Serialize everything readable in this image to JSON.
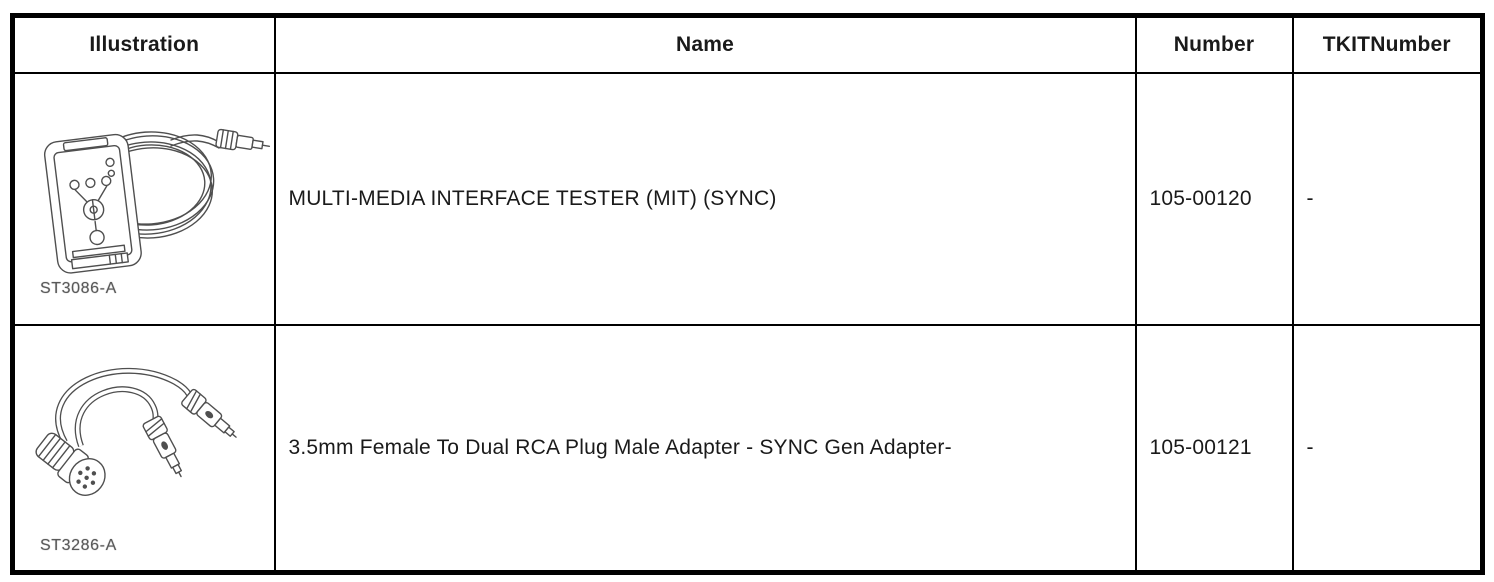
{
  "table": {
    "headers": [
      "Illustration",
      "Name",
      "Number",
      "TKITNumber"
    ],
    "rows": [
      {
        "illustration_label": "ST3086-A",
        "illustration_icon": "mit-tester-line-drawing",
        "name": "MULTI-MEDIA INTERFACE TESTER (MIT) (SYNC)",
        "number": "105-00120",
        "tkit_number": "-"
      },
      {
        "illustration_label": "ST3286-A",
        "illustration_icon": "rca-adapter-line-drawing",
        "name": "3.5mm Female To Dual RCA Plug Male Adapter - SYNC Gen Adapter-",
        "number": "105-00121",
        "tkit_number": "-"
      }
    ],
    "colors": {
      "border": "#000000",
      "text": "#1a1a1a",
      "illustration_stroke": "#4f4f4f",
      "illustration_label": "#595959",
      "background": "#ffffff"
    }
  }
}
